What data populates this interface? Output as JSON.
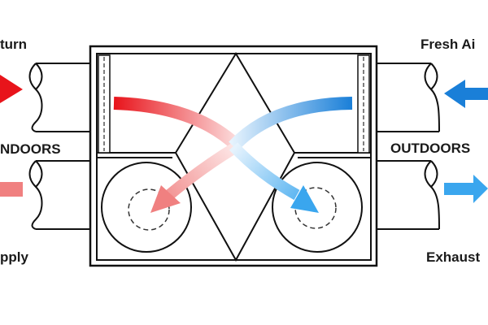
{
  "labels": {
    "return": "turn",
    "indoors": "NDOORS",
    "supply": "pply",
    "fresh_air": "Fresh Ai",
    "outdoors": "OUTDOORS",
    "exhaust": "Exhaust"
  },
  "colors": {
    "warm": "#e8141b",
    "warm_light": "#f08080",
    "cool": "#1a7fd8",
    "cool_light": "#3aa6ee",
    "line": "#111111"
  }
}
